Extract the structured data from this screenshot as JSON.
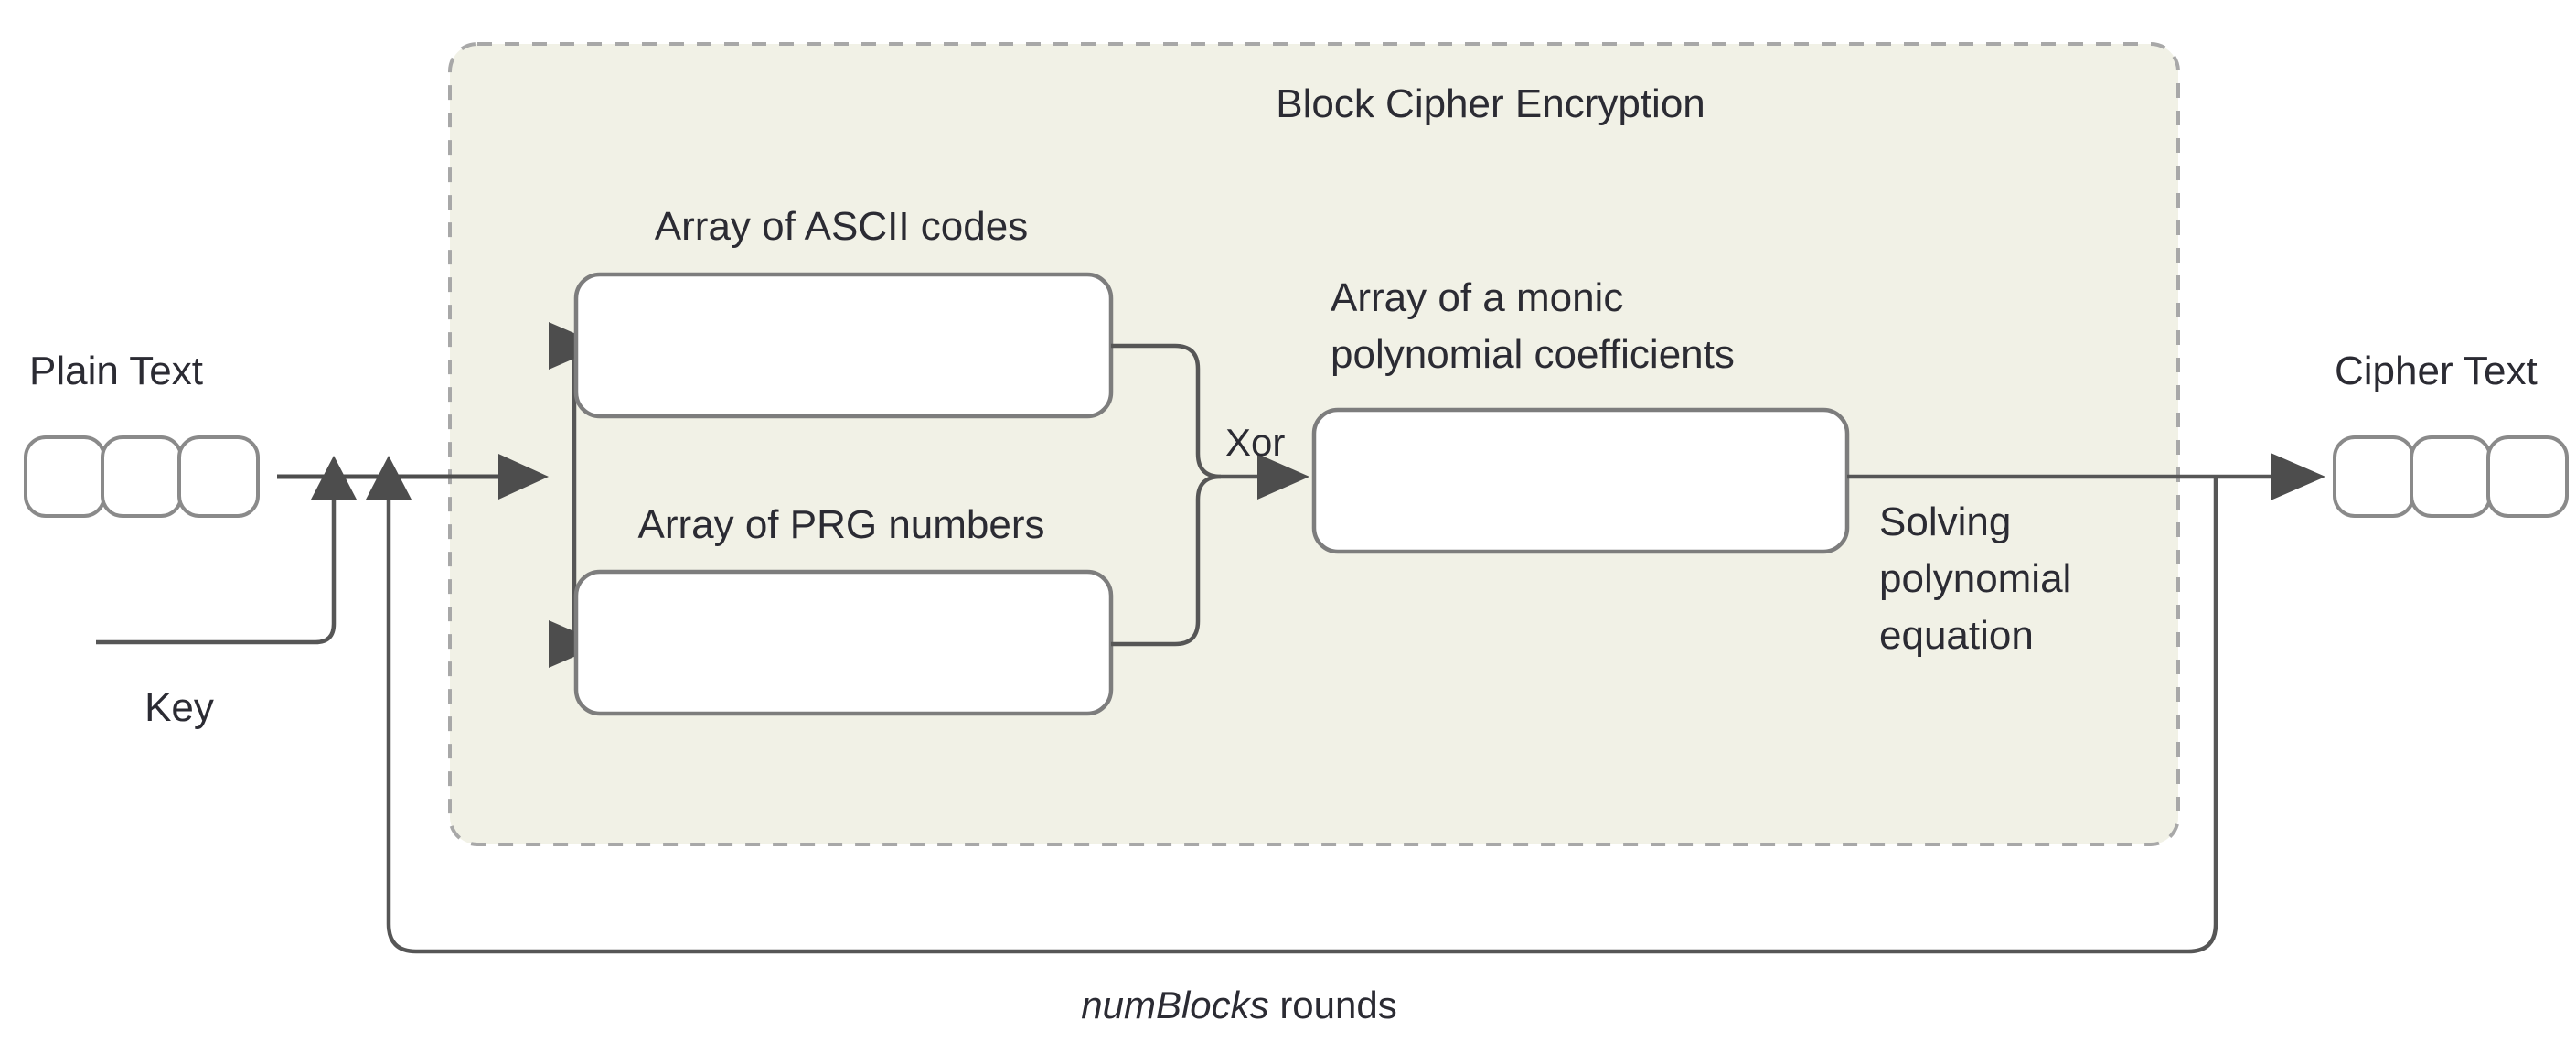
{
  "diagram": {
    "title": "Block Cipher Encryption",
    "footer_emphasis": "numBlocks",
    "footer_rest": " rounds",
    "inputs": {
      "plain_text_label": "Plain Text",
      "key_label": "Key"
    },
    "outputs": {
      "cipher_text_label": "Cipher Text"
    },
    "nodes": [
      {
        "id": "ascii",
        "label": "Array of ASCII codes"
      },
      {
        "id": "prg",
        "label": "Array of PRG numbers"
      },
      {
        "id": "monic_line1",
        "label": "Array of a monic"
      },
      {
        "id": "monic_line2",
        "label": "polynomial coefficients"
      }
    ],
    "edge_labels": {
      "xor": "Xor",
      "solving_line1": "Solving",
      "solving_line2": "polynomial",
      "solving_line3": "equation"
    },
    "colors": {
      "group_fill": "#f1f1e6",
      "group_stroke": "#a8a8a8",
      "node_fill": "#ffffff",
      "node_stroke": "#7d7d7d",
      "edge_stroke": "#4d4d4d",
      "text": "#2b2b33",
      "page_background": "#ffffff"
    }
  }
}
